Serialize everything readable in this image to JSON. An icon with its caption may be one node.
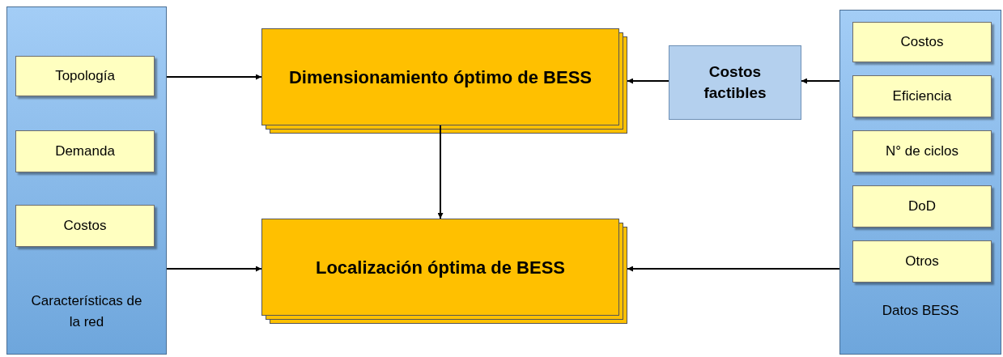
{
  "diagram": {
    "nodes": [
      {
        "text": [
          "Características de la red"
        ]
      },
      {
        "text": [
          "Topología"
        ],
        "in": 0
      },
      {
        "text": [
          "Demanda"
        ],
        "in": 0
      },
      {
        "text": [
          "Costos"
        ],
        "in": 0
      },
      {
        "text": [
          "Dimensionamiento óptimo de BESS"
        ]
      },
      {
        "text": [
          "Localización óptima de BESS"
        ]
      },
      {
        "text": [
          "Costos factibles"
        ]
      },
      {
        "text": [
          "Datos BESS"
        ]
      },
      {
        "text": [
          "Costos"
        ],
        "in": 7
      },
      {
        "text": [
          "Eficiencia"
        ],
        "in": 7
      },
      {
        "text": [
          "N° de ciclos"
        ],
        "in": 7
      },
      {
        "text": [
          "DoD"
        ],
        "in": 7
      },
      {
        "text": [
          "Otros"
        ],
        "in": 7
      }
    ],
    "edges": [
      {
        "from": 0,
        "to": 4,
        "arrow": "to"
      },
      {
        "from": 0,
        "to": 5,
        "arrow": "to"
      },
      {
        "from": 4,
        "to": 5,
        "arrow": "to"
      },
      {
        "from": 6,
        "to": 4,
        "arrow": "to"
      },
      {
        "from": 7,
        "to": 6,
        "arrow": "to"
      },
      {
        "from": 7,
        "to": 5,
        "arrow": "to"
      }
    ]
  }
}
